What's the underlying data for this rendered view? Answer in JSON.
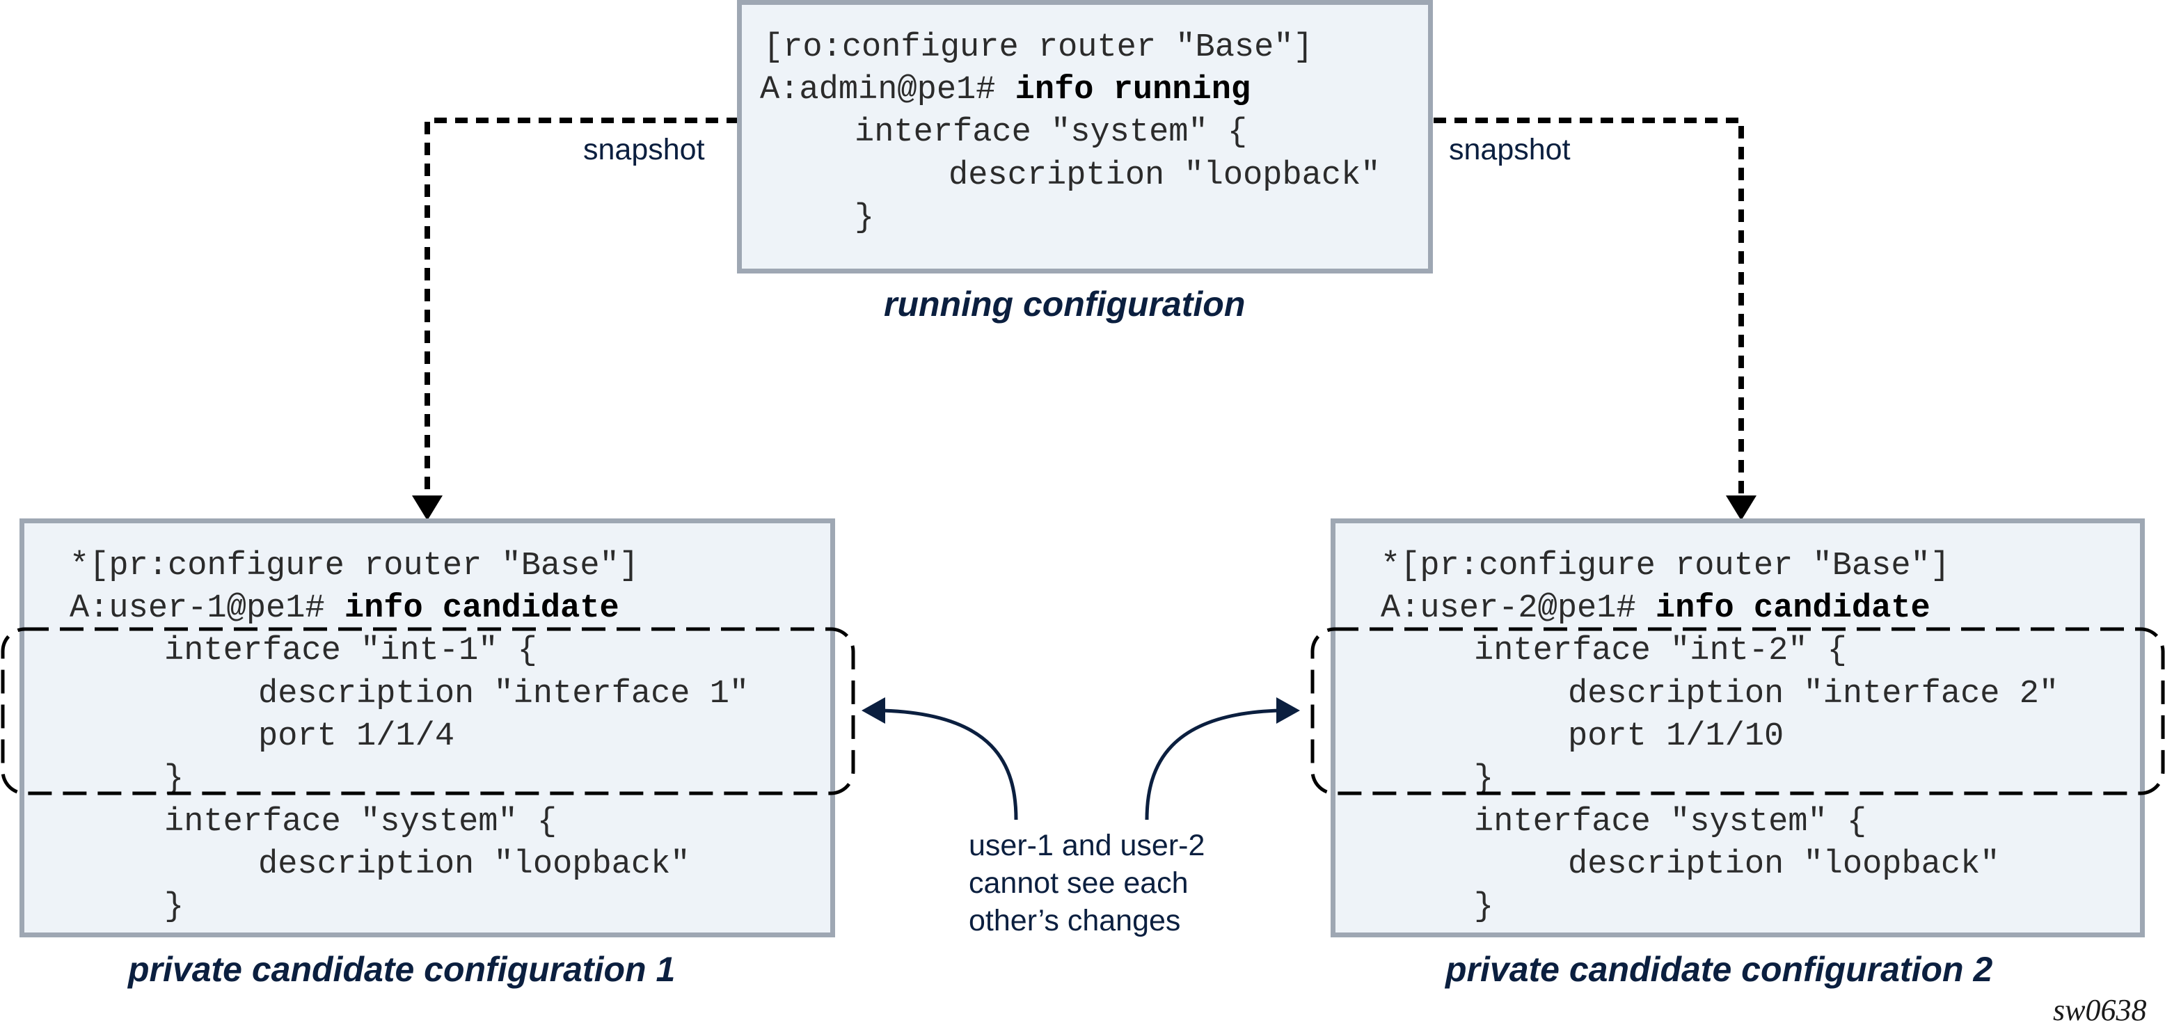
{
  "running_box": {
    "prompt": "[ro:configure router \"Base\"]",
    "command_prefix": "A:admin@pe1# ",
    "command_bold": "info running",
    "lines": [
      "interface \"system\" {",
      "description \"loopback\"",
      "}"
    ],
    "caption": "running configuration"
  },
  "snapshot_labels": {
    "left": "snapshot",
    "right": "snapshot"
  },
  "candidate_1": {
    "prompt": "*[pr:configure router \"Base\"]",
    "command_prefix": "A:user-1@pe1# ",
    "command_bold": "info candidate",
    "lines": [
      "interface \"int-1\" {",
      "description \"interface 1\"",
      "port 1/1/4",
      "}",
      "interface \"system\" {",
      "description \"loopback\"",
      "}"
    ],
    "caption": "private candidate configuration 1"
  },
  "candidate_2": {
    "prompt": "*[pr:configure router \"Base\"]",
    "command_prefix": "A:user-2@pe1# ",
    "command_bold": "info candidate",
    "lines": [
      "interface \"int-2\" {",
      "description \"interface 2\"",
      "port 1/1/10",
      "}",
      "interface \"system\" {",
      "description \"loopback\"",
      "}"
    ],
    "caption": "private candidate configuration 2"
  },
  "note": {
    "lines": [
      "user-1 and user-2",
      "cannot see each",
      "other’s changes"
    ]
  },
  "figure_id": "sw0638",
  "colors": {
    "box_fill": "#eef3f8",
    "box_border": "#9ea7b3",
    "caption_text": "#0b1f3f",
    "arrow": "#000000",
    "curved_arrow": "#0b1f3f"
  }
}
